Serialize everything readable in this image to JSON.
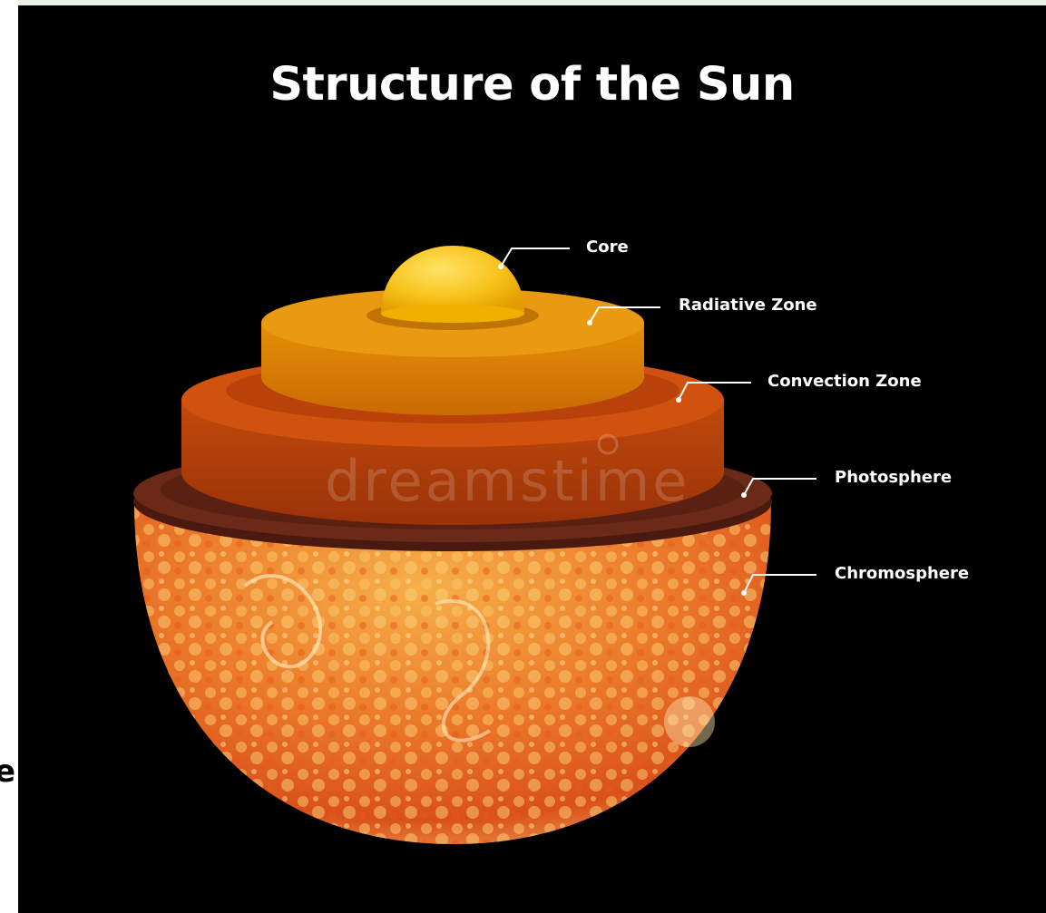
{
  "title": "Structure of the Sun",
  "labels": {
    "core": "Core",
    "radiative": "Radiative Zone",
    "convection": "Convection Zone",
    "photosphere": "Photosphere",
    "chromosphere": "Chromosphere"
  },
  "watermark": "dreamstime",
  "edge_fragment": "e",
  "colors": {
    "background": "#000000",
    "core": "#f5b800",
    "radiative": "#e08a00",
    "convection": "#c9480a",
    "photosphere": "#6b2a18",
    "chromosphere": "#f07a20"
  }
}
